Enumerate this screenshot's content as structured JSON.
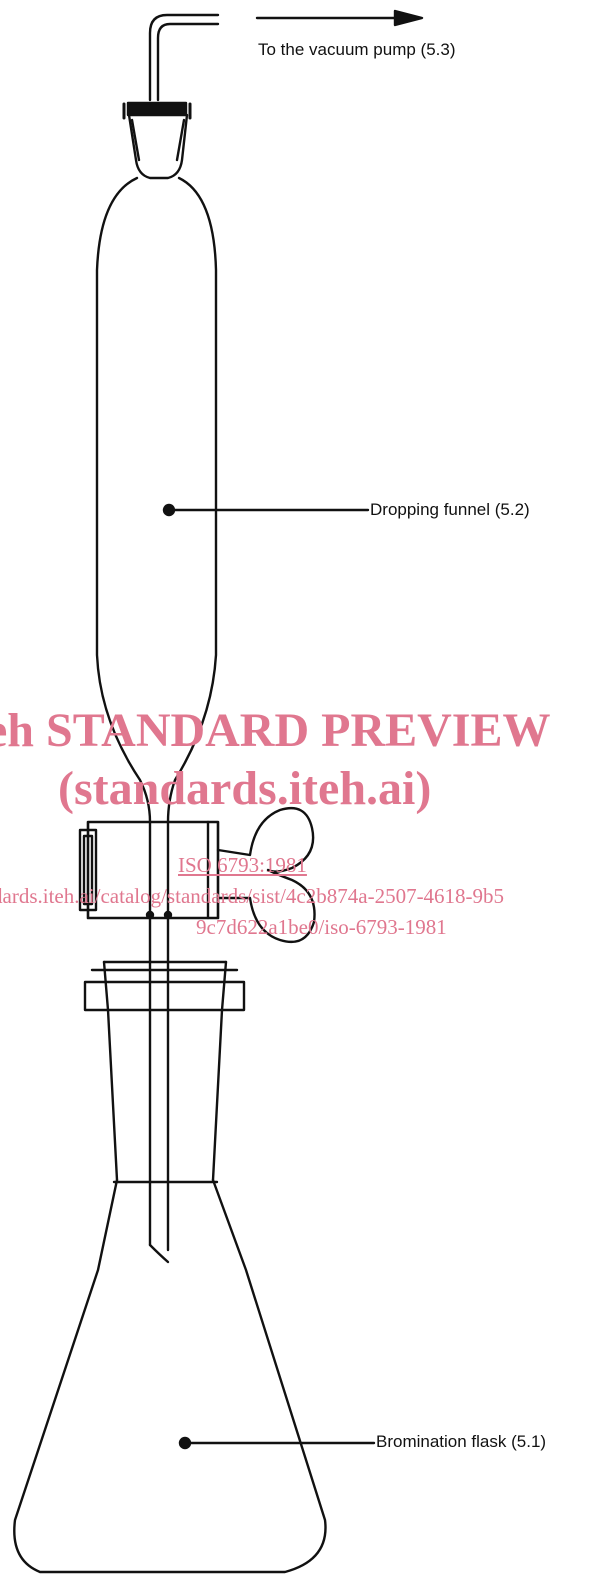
{
  "colors": {
    "line": "#111111",
    "watermark": "#e0778f",
    "background": "#ffffff"
  },
  "labels": {
    "vacuum_pump": "To the vacuum pump (5.3)",
    "dropping_funnel": "Dropping funnel (5.2)",
    "bromination_flask": "Bromination flask (5.1)"
  },
  "watermark": {
    "line1": "eh STANDARD PREVIEW",
    "line2": "(standards.iteh.ai)",
    "line3": "ISO 6793:1981",
    "line4": "dards.iteh.ai/catalog/standards/sist/4c2b874a-2507-4618-9b5",
    "line5": "9c7d622a1be0/iso-6793-1981"
  }
}
